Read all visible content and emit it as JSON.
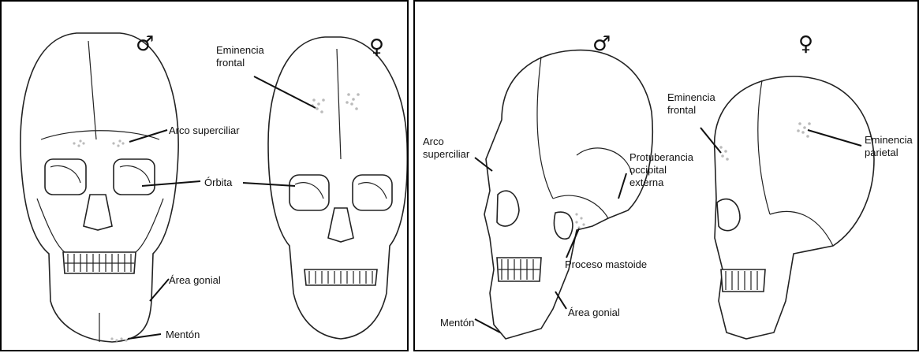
{
  "panels": {
    "front": {
      "male_symbol": "♂",
      "female_symbol": "♀",
      "labels": {
        "frontal_eminence": [
          "Eminencia",
          "frontal"
        ],
        "brow_ridge": "Arco superciliar",
        "orbit": "Órbita",
        "gonial_area": "Área gonial",
        "chin": "Mentón"
      }
    },
    "side": {
      "male_symbol": "♂",
      "female_symbol": "♀",
      "labels": {
        "brow_ridge": [
          "Arco",
          "superciliar"
        ],
        "occipital_protuberance": [
          "Protuberancia",
          "occipital",
          "externa"
        ],
        "mastoid_process": "Proceso mastoide",
        "chin": "Mentón",
        "gonial_area": "Área gonial",
        "frontal_eminence": [
          "Eminencia",
          "frontal"
        ],
        "parietal_eminence": [
          "Eminencia",
          "parietal"
        ]
      }
    }
  }
}
